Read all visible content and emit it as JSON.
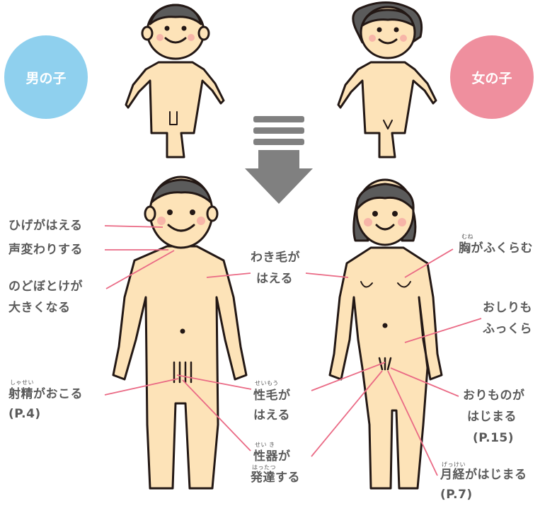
{
  "badges": {
    "boy": "男の子",
    "girl": "女の子"
  },
  "labels": {
    "beard": "ひげがはえる",
    "voice": "声変わりする",
    "adams_apple_line1": "のどぼとけが",
    "adams_apple_line2": "大きくなる",
    "ejaculation_line1": "射精がおこる",
    "ejaculation_line2": "(P.4)",
    "ejaculation_ruby": "しゃせい",
    "armpit_line1": "わき毛が",
    "armpit_line2": "はえる",
    "pubic_line1": "性毛が",
    "pubic_line2": "はえる",
    "pubic_ruby": "せいもう",
    "genital_line1": "性器が",
    "genital_line2": "発達する",
    "genital_ruby1": "せい き",
    "genital_ruby2": "はったつ",
    "breast": "胸がふくらむ",
    "breast_ruby": "むね",
    "hips_line1": "おしりも",
    "hips_line2": "ふっくら",
    "discharge_line1": "おりものが",
    "discharge_line2": "はじまる",
    "discharge_line3": "(P.15)",
    "menstruation_line1": "月経がはじまる",
    "menstruation_line2": "(P.7)",
    "menstruation_ruby": "げっけい"
  },
  "colors": {
    "skin": "#fde3b8",
    "outline": "#231815",
    "cheek": "#f7b5a8",
    "leader": "#ea6a85",
    "arrow": "#808080",
    "boy": "#8fd0ee",
    "girl": "#ef8f9e",
    "text": "#5a5a5a"
  }
}
